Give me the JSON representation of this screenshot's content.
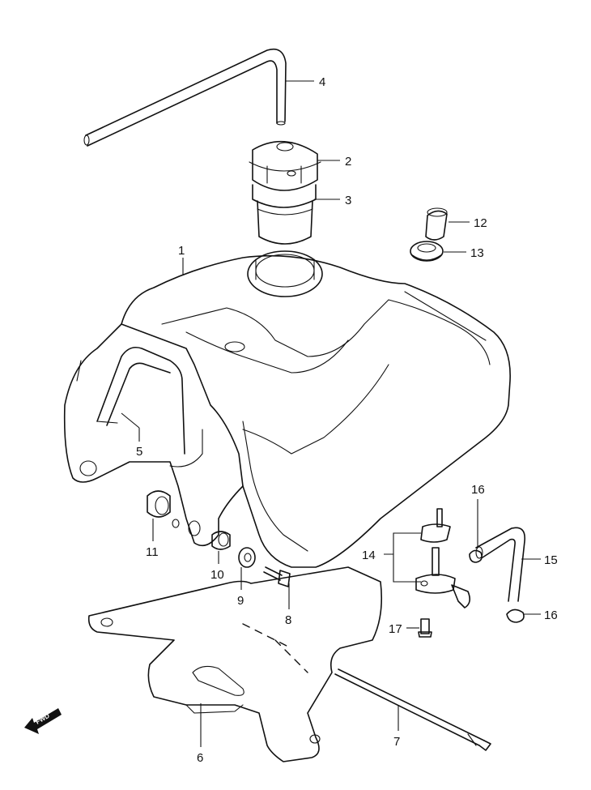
{
  "diagram": {
    "callouts": {
      "c1": "1",
      "c2": "2",
      "c3": "3",
      "c4": "4",
      "c5": "5",
      "c6": "6",
      "c7": "7",
      "c8": "8",
      "c9": "9",
      "c10": "10",
      "c11": "11",
      "c12": "12",
      "c13": "13",
      "c14": "14",
      "c15": "15",
      "c16a": "16",
      "c16b": "16",
      "c17": "17"
    },
    "fwd_label": "FWD"
  }
}
